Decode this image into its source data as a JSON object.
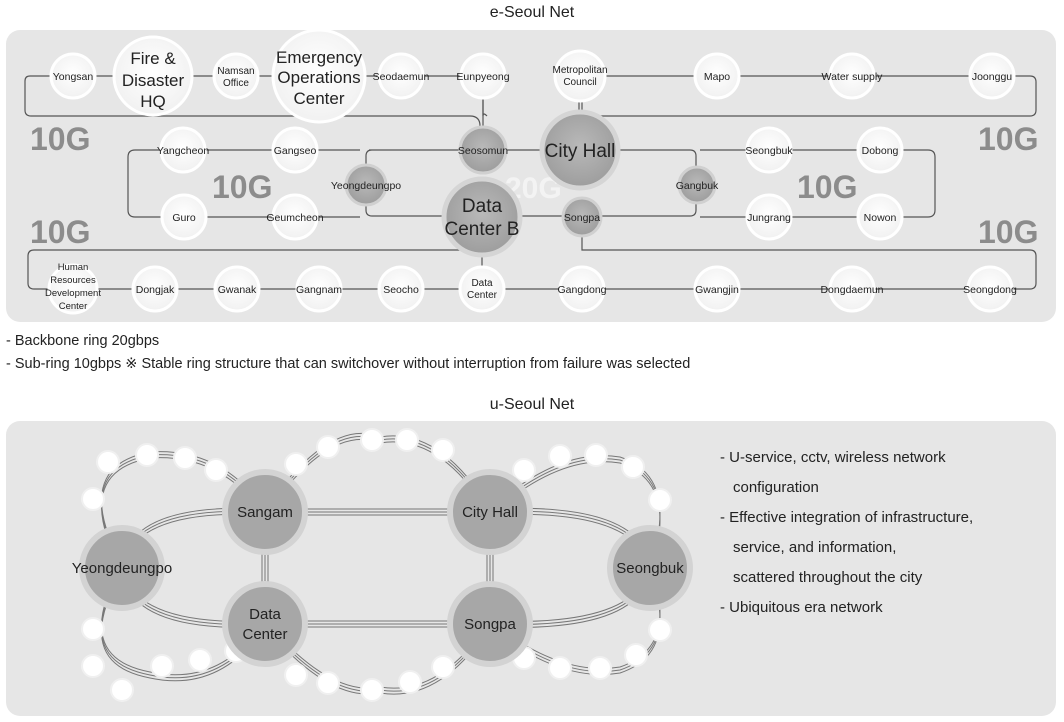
{
  "top": {
    "title": "e-Seoul Net",
    "speed_labels": {
      "left_top": "10G",
      "right_top": "10G",
      "left_mid": "10G",
      "right_mid": "10G",
      "left_bottom": "10G",
      "right_bottom": "10G",
      "center": "20G"
    },
    "nodes": {
      "yongsan": "Yongsan",
      "fire_hq": "Fire & Disaster HQ",
      "namsan_office": "Namsan Office",
      "emergency_center": "Emergency Operations Center",
      "seodaemun": "Seodaemun",
      "eunpyeong": "Eunpyeong",
      "metropolitan_council": "Metropolitan Council",
      "mapo": "Mapo",
      "water_supply": "Water supply",
      "joonggu": "Joonggu",
      "yangcheon": "Yangcheon",
      "gangseo": "Gangseo",
      "seosomun": "Seosomun",
      "city_hall": "City Hall",
      "seongbuk": "Seongbuk",
      "dobong": "Dobong",
      "yeongdeungpo": "Yeongdeungpo",
      "gangbuk": "Gangbuk",
      "guro": "Guro",
      "geumcheon": "Geumcheon",
      "data_center_b": "Data Center B",
      "songpa": "Songpa",
      "jungrang": "Jungrang",
      "nowon": "Nowon",
      "hr_center": "Human Resources Development Center",
      "dongjak": "Dongjak",
      "gwanak": "Gwanak",
      "gangnam": "Gangnam",
      "seocho": "Seocho",
      "data_center": "Data Center",
      "gangdong": "Gangdong",
      "gwangjin": "Gwangjin",
      "dongdaemun": "Dongdaemun",
      "seongdong": "Seongdong"
    }
  },
  "captions": {
    "line1": "- Backbone ring 20gbps",
    "line2": "- Sub-ring 10gbps ※ Stable ring structure that can switchover without interruption from failure was selected"
  },
  "bottom": {
    "title": "u-Seoul Net",
    "nodes": {
      "sangam": "Sangam",
      "city_hall": "City Hall",
      "yeongdeungpo": "Yeongdeungpo",
      "seongbuk": "Seongbuk",
      "data_center": "Data Center",
      "songpa": "Songpa"
    },
    "notes": [
      "- U-service, cctv, wireless network",
      "  configuration",
      "- Effective integration of infrastructure,",
      "  service, and information,",
      "  scattered throughout the city",
      "- Ubiquitous era network"
    ]
  },
  "colors": {
    "panel": "#e6e6e6",
    "hub_fill": "#a8a8a8",
    "node_fill": "#ffffff",
    "line": "#555555",
    "speed_label": "#8c8c8c"
  }
}
